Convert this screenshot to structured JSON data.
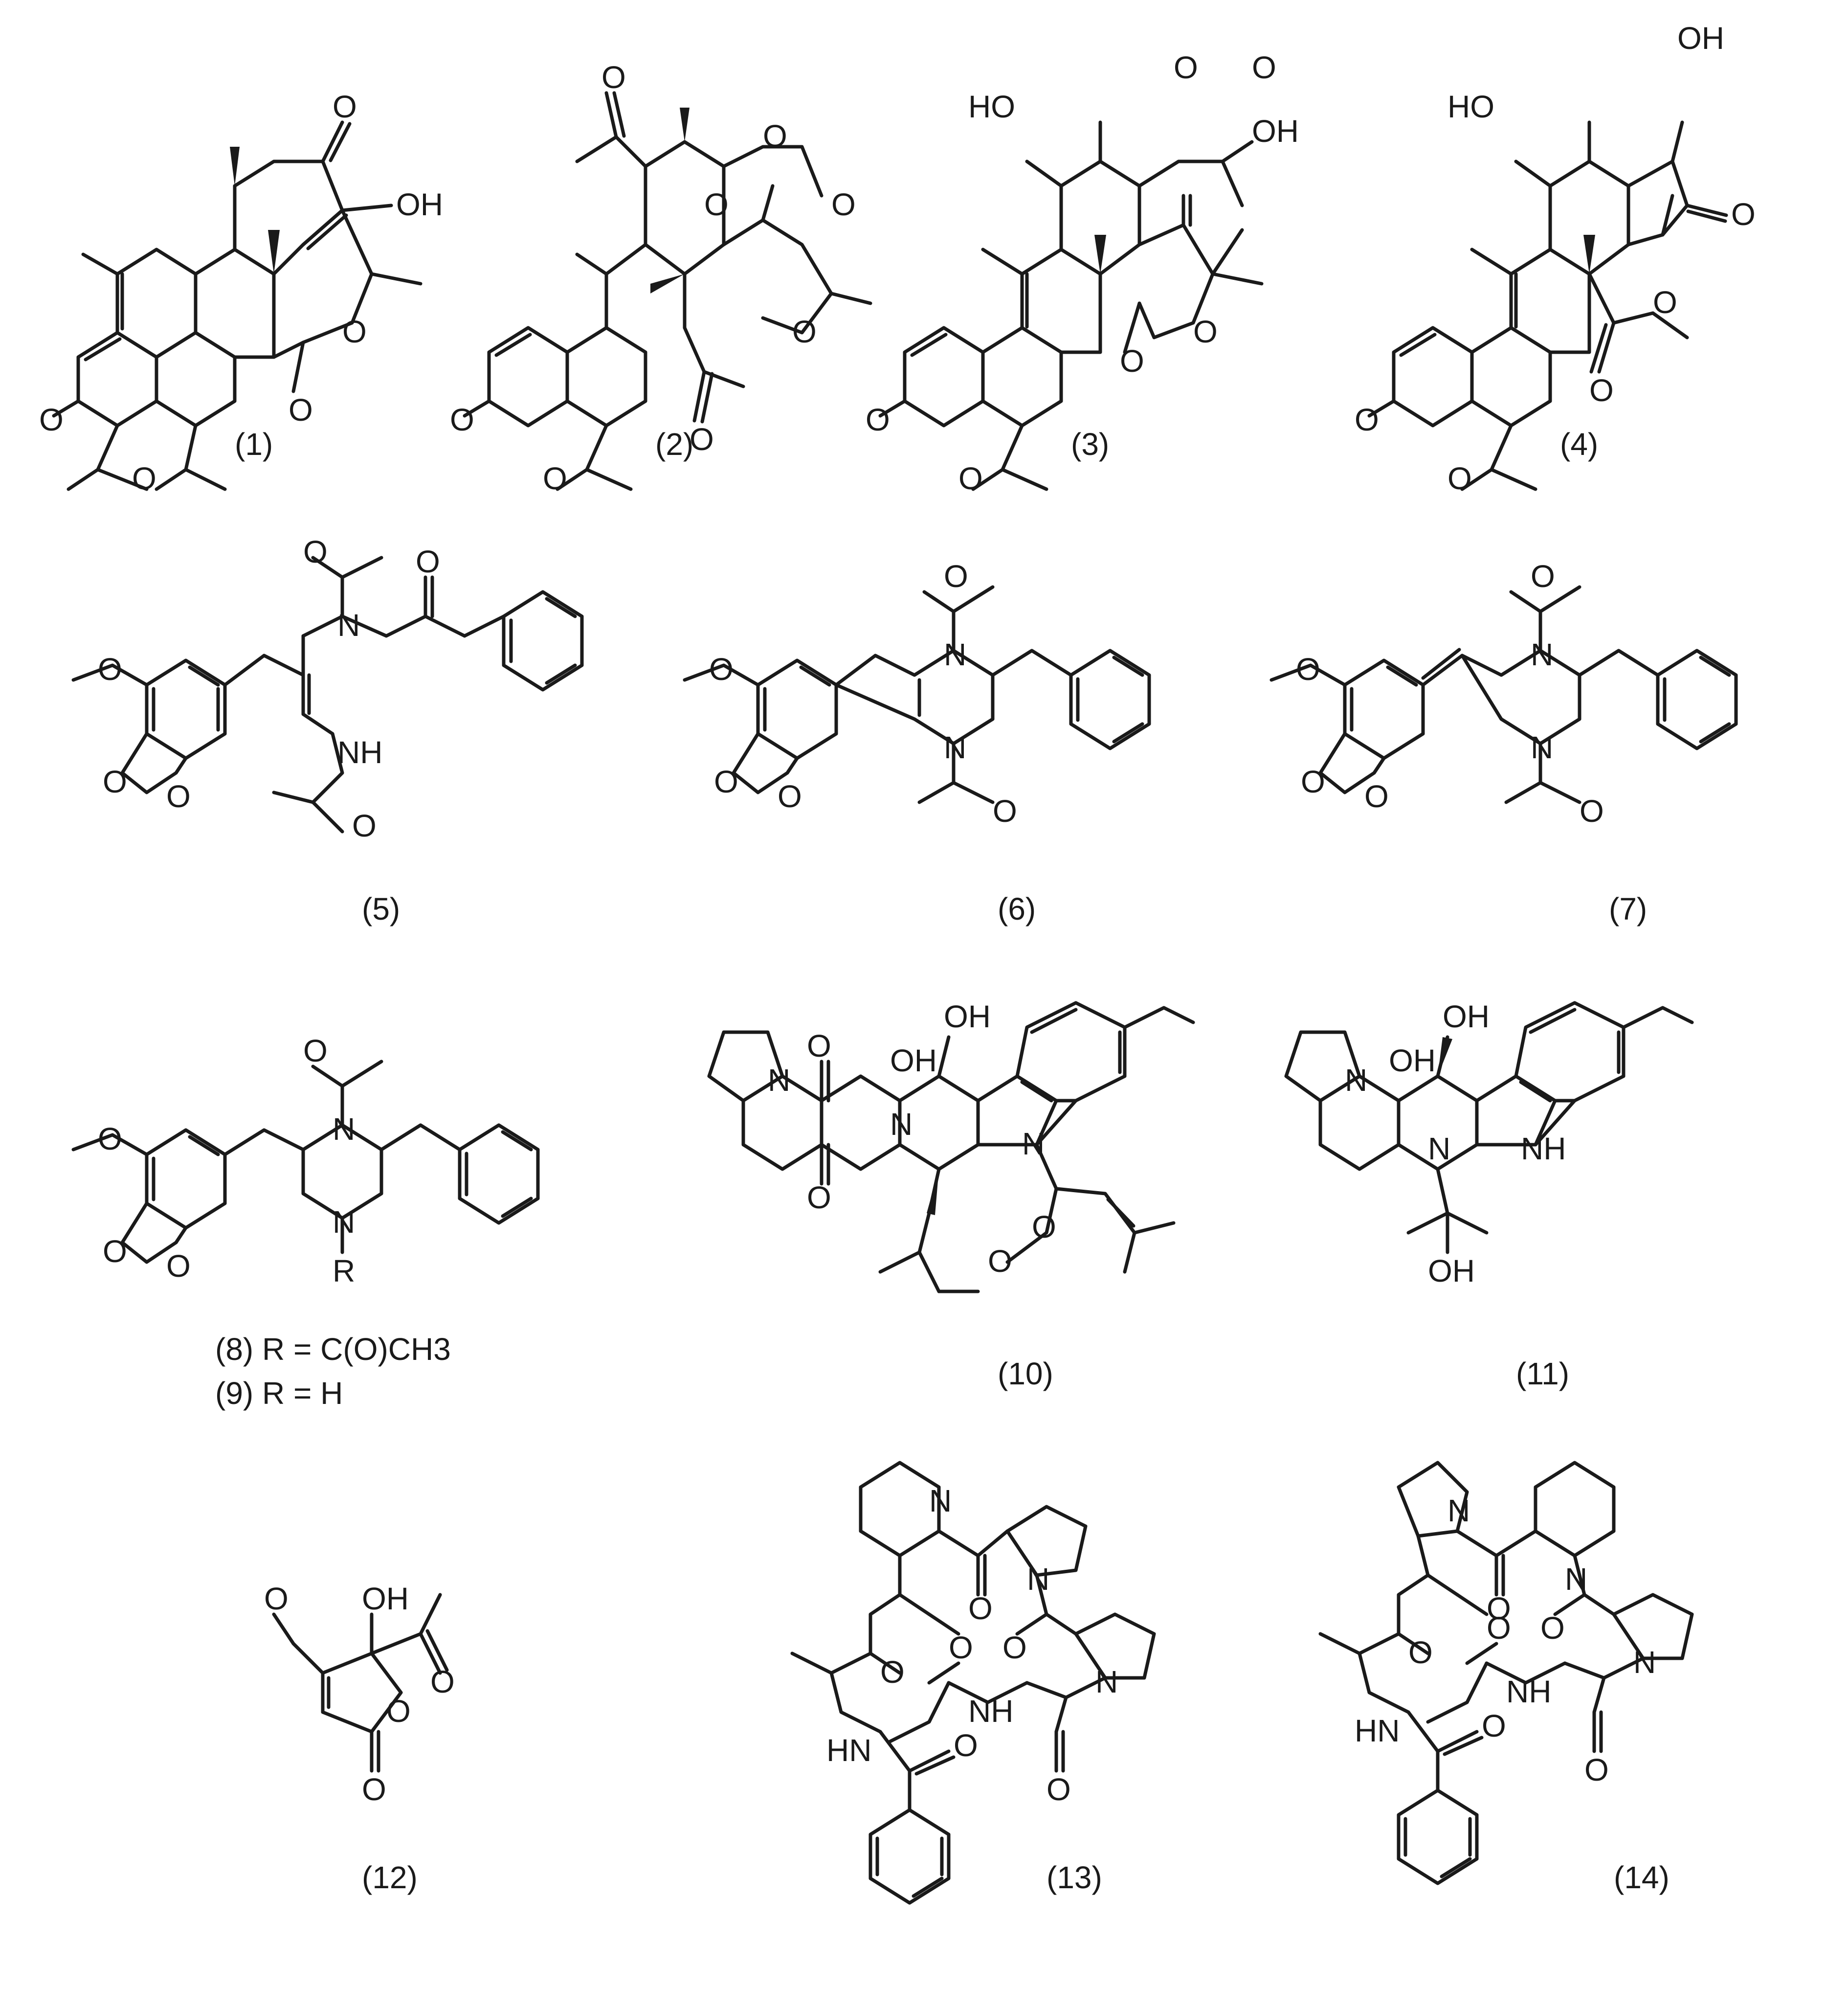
{
  "atoms": {
    "O": "O",
    "OH": "OH",
    "HO": "HO",
    "N": "N",
    "NH": "NH",
    "HN": "HN",
    "H": "H",
    "R": "R"
  },
  "captions": {
    "c1": "(1)",
    "c2": "(2)",
    "c3": "(3)",
    "c4": "(4)",
    "c5": "(5)",
    "c6": "(6)",
    "c7": "(7)",
    "c8": "(8) R = C(O)CH3",
    "c9": "(9) R = H",
    "c10": "(10)",
    "c11": "(11)",
    "c12": "(12)",
    "c13": "(13)",
    "c14": "(14)"
  }
}
